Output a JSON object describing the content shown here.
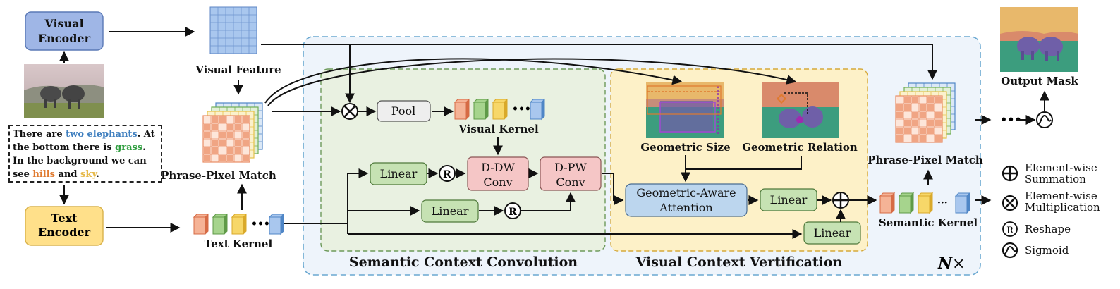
{
  "encoders": {
    "visual": "Visual Encoder",
    "text": "Text Encoder"
  },
  "labels": {
    "visual_feature": "Visual Feature",
    "phrase_pixel_match": "Phrase-Pixel Match",
    "text_kernel": "Text Kernel",
    "visual_kernel": "Visual Kernel",
    "semantic_kernel": "Semantic Kernel",
    "output_mask": "Output Mask",
    "geometric_size": "Geometric Size",
    "geometric_relation": "Geometric Relation"
  },
  "description": {
    "p1": "There are ",
    "p2": "two elephants",
    "p3": ". At the bottom there is ",
    "p4": "grass",
    "p5": ". In the background we can see ",
    "p6": "hills",
    "p7": " and ",
    "p8": "sky",
    "p9": "."
  },
  "blocks": {
    "pool": "Pool",
    "linear": "Linear",
    "ddw_1": "D-DW",
    "ddw_2": "Conv",
    "dpw_1": "D-PW",
    "dpw_2": "Conv",
    "gaa_1": "Geometric-Aware",
    "gaa_2": "Attention",
    "reshape": "R",
    "dots": "•••",
    "ellipsis": "···"
  },
  "regions": {
    "semantic": "Semantic Context Convolution",
    "visual": "Visual Context Vertification",
    "repeat_n": "N",
    "repeat_x": "×"
  },
  "legend": {
    "sum_1": "Element-wise",
    "sum_2": "Summation",
    "mul_1": "Element-wise",
    "mul_2": "Multiplication",
    "reshape": "Reshape",
    "sigmoid": "Sigmoid"
  },
  "colors": {
    "encoder_visual": "#9fb6e6",
    "encoder_text": "#ffe08a",
    "linear": "#c6e2b3",
    "conv": "#f5c6c6",
    "attention": "#bcd6ee",
    "pool": "#eeeeee",
    "green_region": "#e9f1e1",
    "yellow_region": "#fdf1c8",
    "outer_region": "#eef4fb"
  }
}
